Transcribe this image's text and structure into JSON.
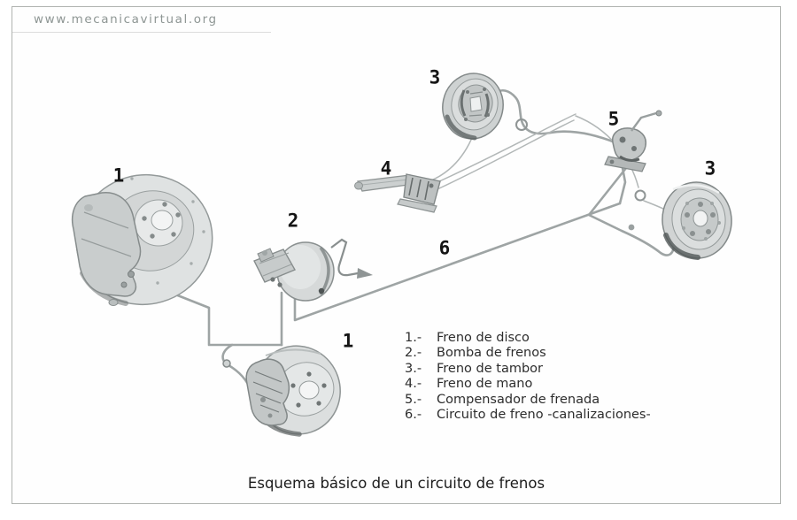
{
  "page": {
    "watermark_url": "www.mecanicavirtual.org",
    "caption": "Esquema básico de un circuito de frenos"
  },
  "diagram": {
    "callouts": [
      {
        "text": "1",
        "ref": "front-left-disc-brake"
      },
      {
        "text": "2",
        "ref": "master-cylinder"
      },
      {
        "text": "3",
        "ref": "rear-top-drum-brake"
      },
      {
        "text": "4",
        "ref": "handbrake-lever"
      },
      {
        "text": "5",
        "ref": "brake-compensator"
      },
      {
        "text": "6",
        "ref": "brake-line-circuit"
      },
      {
        "text": "3",
        "ref": "rear-right-drum-brake"
      },
      {
        "text": "1",
        "ref": "front-bottom-disc-brake"
      }
    ],
    "legend": [
      {
        "num": "1.-",
        "label": "Freno de disco"
      },
      {
        "num": "2.-",
        "label": "Bomba de frenos"
      },
      {
        "num": "3.-",
        "label": "Freno de tambor"
      },
      {
        "num": "4.-",
        "label": "Freno de mano"
      },
      {
        "num": "5.-",
        "label": "Compensador de frenada"
      },
      {
        "num": "6.-",
        "label": "Circuito de freno -canalizaciones-"
      }
    ]
  },
  "colors": {
    "line": "#9ea4a4",
    "part_fill": "#d6d9d9",
    "part_stroke": "#878d8d",
    "label_text": "#151515",
    "legend_text": "#2d2d2d",
    "watermark_text": "#8e9694",
    "frame_border": "#b0b3b0"
  }
}
